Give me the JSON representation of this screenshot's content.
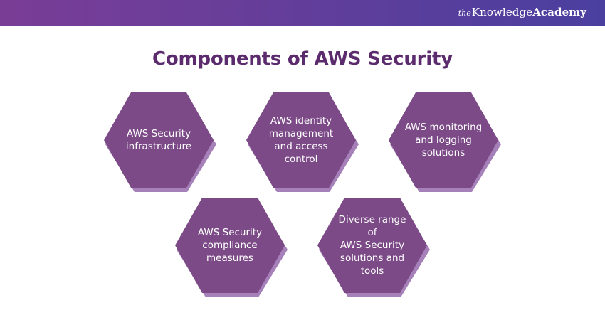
{
  "brand": {
    "the": "the",
    "knowledge": "Knowledge",
    "academy": "Academy"
  },
  "title": "Components of AWS Security",
  "colors": {
    "header_gradient_start": "#7a3d96",
    "header_gradient_end": "#4a3f9f",
    "title": "#5b2b6e",
    "hexagon_fill": "#7b4a87",
    "hexagon_shadow": "#a680b8",
    "hexagon_text": "#ffffff"
  },
  "components": [
    {
      "label": "AWS Security\ninfrastructure"
    },
    {
      "label": "AWS identity\nmanagement\nand access\ncontrol"
    },
    {
      "label": "AWS monitoring\nand logging\nsolutions"
    },
    {
      "label": "AWS Security\ncompliance\nmeasures"
    },
    {
      "label": "Diverse range of\nAWS Security\nsolutions and\ntools"
    }
  ]
}
